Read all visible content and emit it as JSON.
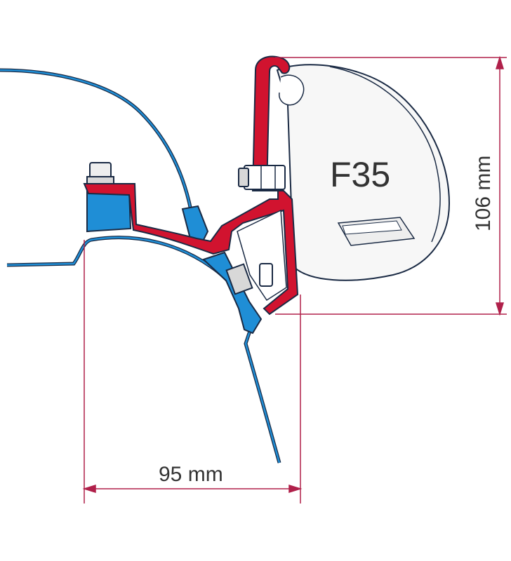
{
  "awning_label": "F35",
  "height_dimension": "106 mm",
  "width_dimension": "95 mm",
  "colors": {
    "bracket_red": "#d1132f",
    "vehicle_blue": "#1f8ed6",
    "outline_dark": "#1a2a44",
    "dimension_line": "#b0204a",
    "text": "#333333",
    "awning_fill": "#f7f7f7",
    "bolt_fill": "#d8d8d8"
  }
}
